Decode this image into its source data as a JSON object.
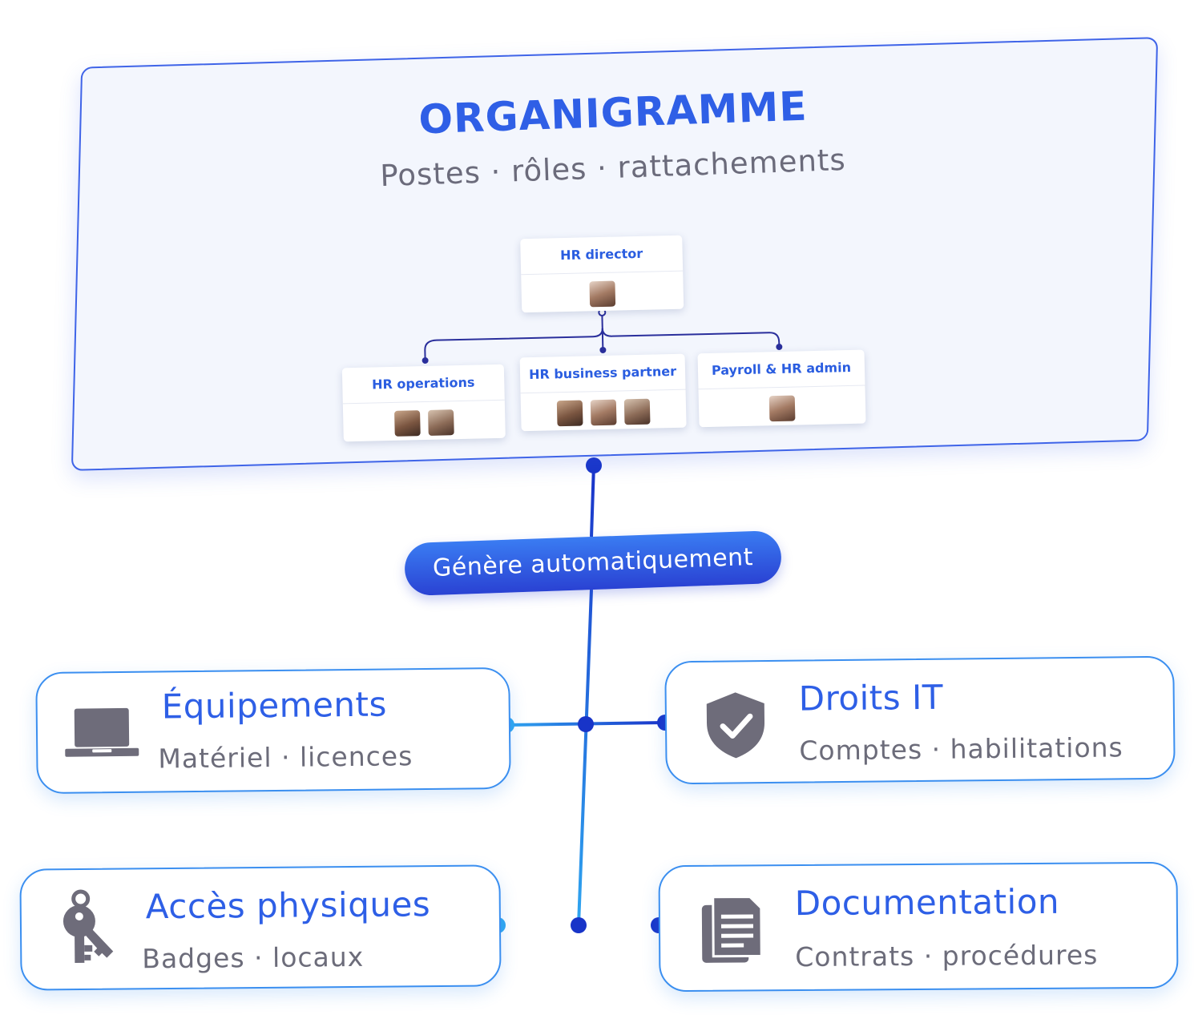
{
  "org": {
    "title": "ORGANIGRAMME",
    "subtitle": "Postes  ·  rôles  ·  rattachements",
    "nodes": {
      "root": {
        "title": "HR director",
        "avatar_count": 1
      },
      "ops": {
        "title": "HR operations",
        "avatar_count": 2
      },
      "bp": {
        "title": "HR business partner",
        "avatar_count": 3
      },
      "payroll": {
        "title": "Payroll & HR admin",
        "avatar_count": 1
      }
    }
  },
  "connector": {
    "label": "Génère automatiquement"
  },
  "cards": {
    "equipements": {
      "title": "Équipements",
      "subtitle": "Matériel  ·  licences",
      "icon": "laptop-icon"
    },
    "droits": {
      "title": "Droits IT",
      "subtitle": "Comptes  ·  habilitations",
      "icon": "shield-check-icon"
    },
    "acces": {
      "title": "Accès physiques",
      "subtitle": "Badges  ·  locaux",
      "icon": "keys-icon"
    },
    "documentation": {
      "title": "Documentation",
      "subtitle": "Contrats  ·  procédures",
      "icon": "documents-icon"
    }
  },
  "colors": {
    "accent": "#2e5fe6",
    "line": "#1f3fd6",
    "light_line": "#2ea8f2",
    "text_gray": "#6c6c7a",
    "icon_gray": "#6e6c7a"
  }
}
